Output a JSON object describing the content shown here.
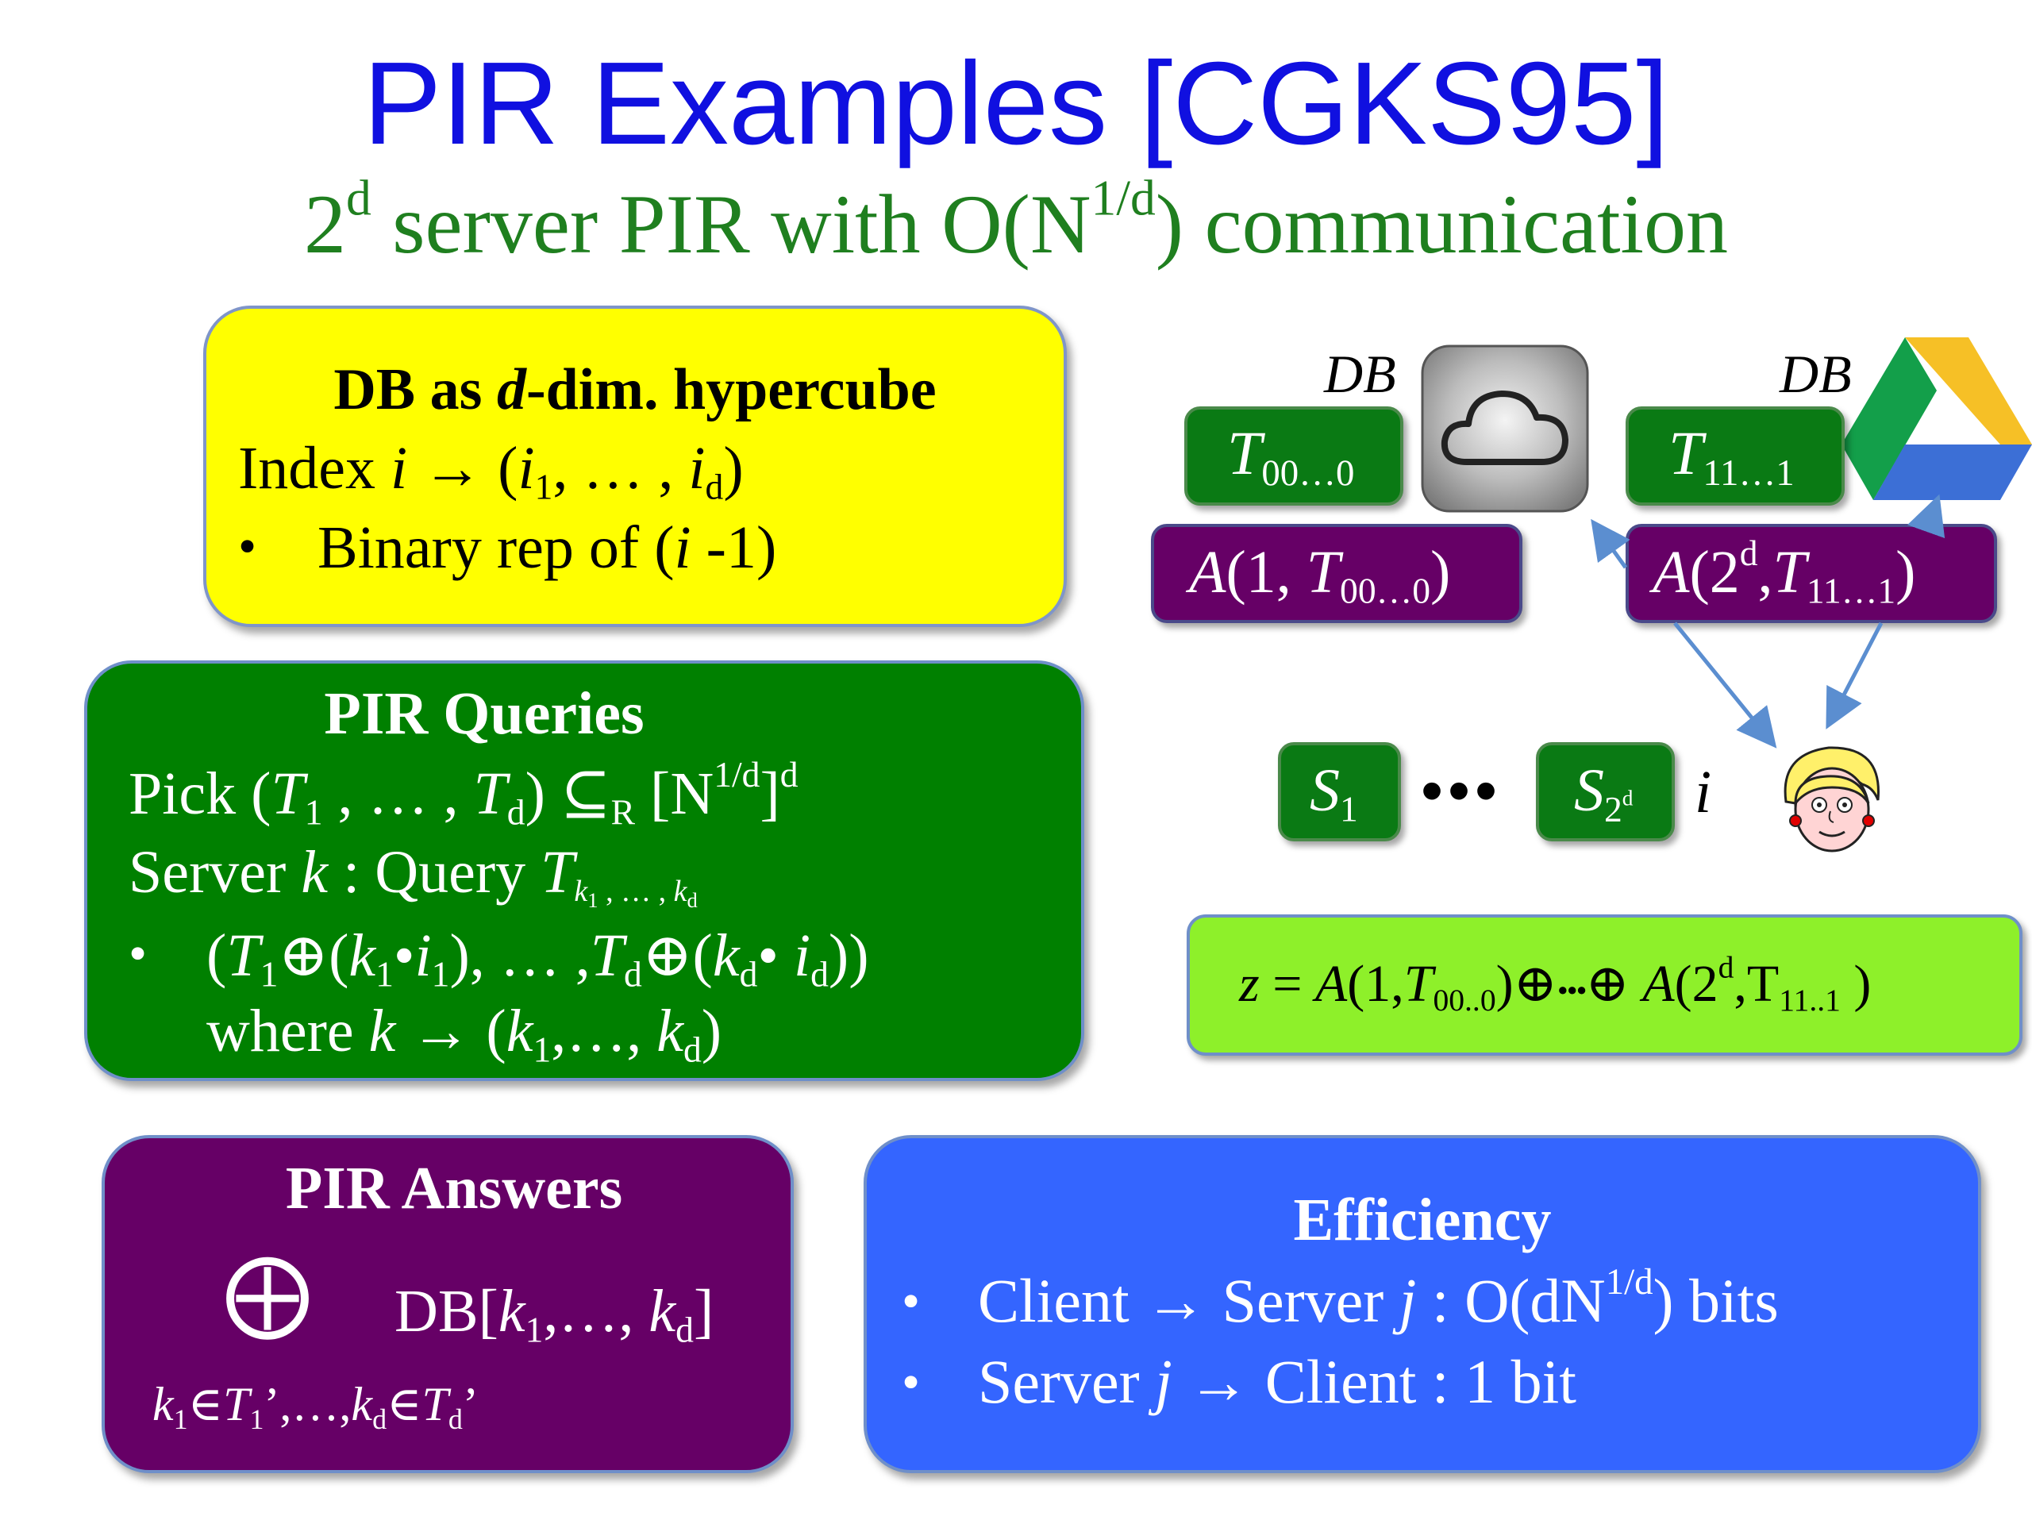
{
  "slide": {
    "title": "PIR Examples [CGKS95]",
    "subtitle_parts": [
      "2",
      "d",
      " server PIR with O(N",
      "1/d",
      ") communication"
    ]
  },
  "hypercube": {
    "heading_parts": [
      "DB as ",
      "d",
      "-dim. hypercube"
    ],
    "index_parts": [
      "Index ",
      "i",
      "  → (",
      "i",
      "1",
      ", … , ",
      "i",
      "d",
      ")"
    ],
    "bullet": "•",
    "binary_parts": [
      "Binary rep of (",
      "i",
      " -1)"
    ]
  },
  "queries": {
    "heading": "PIR Queries",
    "pick_parts": [
      "Pick (",
      "T",
      "1",
      " , … , ",
      "T",
      "d",
      ")  ⊆",
      "R",
      " [N",
      "1/d",
      "]",
      "d"
    ],
    "server_parts": [
      "Server ",
      "k",
      " : Query ",
      "T",
      "k",
      "1",
      " , … , ",
      "k",
      "d"
    ],
    "bullet": "•",
    "xor_parts": [
      "(",
      "T",
      "1",
      "⊕(",
      "k",
      "1",
      "•",
      "i",
      "1",
      "), … ,",
      "T",
      "d",
      "⊕(",
      "k",
      "d",
      "• ",
      "i",
      "d",
      "))"
    ],
    "where_parts": [
      "where ",
      "k",
      " → (",
      "k",
      "1",
      ",…, ",
      "k",
      "d",
      ")"
    ]
  },
  "answers": {
    "heading": "PIR Answers",
    "xor_symbol": "⨁",
    "db_parts": [
      "DB[",
      "k",
      "1",
      ",…, ",
      "k",
      "d",
      "]"
    ],
    "range_parts": [
      "k",
      "1",
      "∈",
      "T",
      "1",
      "’,…,",
      "k",
      "d",
      "∈",
      "T",
      "d",
      "’"
    ]
  },
  "efficiency": {
    "heading": "Efficiency",
    "bullet": "•",
    "client_parts": [
      "Client → Server ",
      "j",
      " : O(dN",
      "1/d",
      ") bits"
    ],
    "server_parts": [
      "Server ",
      "j",
      " → Client : 1 bit"
    ]
  },
  "servers": {
    "db_label": "DB",
    "t_first": [
      "T",
      "00…0"
    ],
    "t_last": [
      "T",
      "11…1"
    ],
    "a_first": [
      "A",
      "(1, ",
      "T",
      "00…0",
      ")"
    ],
    "a_last": [
      "A",
      "(2",
      "d",
      ",",
      "T",
      "11…1",
      ")"
    ],
    "s_first": [
      "S",
      "1"
    ],
    "dots": "•••",
    "s_last": [
      "S",
      "2",
      "d"
    ],
    "client_index": "i"
  },
  "result": {
    "z_parts": [
      "z",
      " = ",
      "A",
      "(1,",
      "T",
      "00..0",
      ")⊕",
      "•••",
      "⊕ ",
      "A",
      "(2",
      "d",
      ",T",
      "11..1",
      " )"
    ]
  },
  "icons": [
    "cloud-icon",
    "google-drive-icon",
    "user-avatar-icon"
  ],
  "colors": {
    "title": "#1010e0",
    "subtitle": "#1f7f1f",
    "yellow_box": "#ffff00",
    "green_box": "#008000",
    "purple_box": "#660066",
    "blue_box": "#3465ff",
    "lime_box": "#8ef02a",
    "arrow": "#5b8ed0"
  }
}
